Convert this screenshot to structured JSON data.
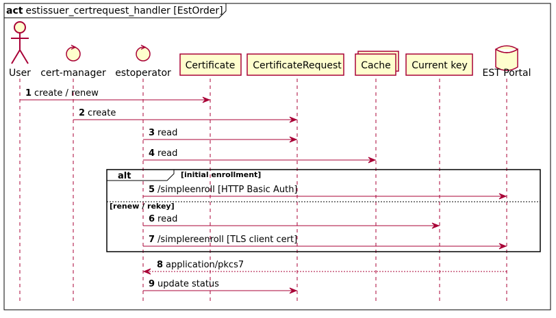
{
  "diagram": {
    "frame_keyword": "act",
    "frame_title": "estissuer_certrequest_handler [EstOrder]",
    "participants": [
      {
        "id": "user",
        "label": "User",
        "kind": "actor"
      },
      {
        "id": "cert-manager",
        "label": "cert-manager",
        "kind": "control"
      },
      {
        "id": "estoperator",
        "label": "estoperator",
        "kind": "control"
      },
      {
        "id": "certificate",
        "label": "Certificate",
        "kind": "participant"
      },
      {
        "id": "certificaterequest",
        "label": "CertificateRequest",
        "kind": "participant"
      },
      {
        "id": "cache",
        "label": "Cache",
        "kind": "collections"
      },
      {
        "id": "current-key",
        "label": "Current key",
        "kind": "participant"
      },
      {
        "id": "est-portal",
        "label": "EST Portal",
        "kind": "database"
      }
    ],
    "messages": [
      {
        "num": "1",
        "text": "create / renew",
        "from": "user",
        "to": "certificate",
        "style": "solid"
      },
      {
        "num": "2",
        "text": "create",
        "from": "cert-manager",
        "to": "certificaterequest",
        "style": "solid"
      },
      {
        "num": "3",
        "text": "read",
        "from": "estoperator",
        "to": "certificaterequest",
        "style": "solid"
      },
      {
        "num": "4",
        "text": "read",
        "from": "estoperator",
        "to": "cache",
        "style": "solid"
      },
      {
        "num": "5",
        "text": "/simpleenroll [HTTP Basic Auth]",
        "from": "estoperator",
        "to": "est-portal",
        "style": "solid"
      },
      {
        "num": "6",
        "text": "read",
        "from": "estoperator",
        "to": "current-key",
        "style": "solid"
      },
      {
        "num": "7",
        "text": "/simplereenroll [TLS client cert]",
        "from": "estoperator",
        "to": "est-portal",
        "style": "solid"
      },
      {
        "num": "8",
        "text": "application/pkcs7",
        "from": "est-portal",
        "to": "estoperator",
        "style": "dashed"
      },
      {
        "num": "9",
        "text": "update status",
        "from": "estoperator",
        "to": "certificaterequest",
        "style": "solid"
      }
    ],
    "alt_fragment": {
      "keyword": "alt",
      "guard_1": "[initial enrollment]",
      "guard_2": "[renew / rekey]"
    },
    "colors": {
      "participant_fill": "#FEFECE",
      "line": "#A80036",
      "border": "#000000"
    }
  }
}
